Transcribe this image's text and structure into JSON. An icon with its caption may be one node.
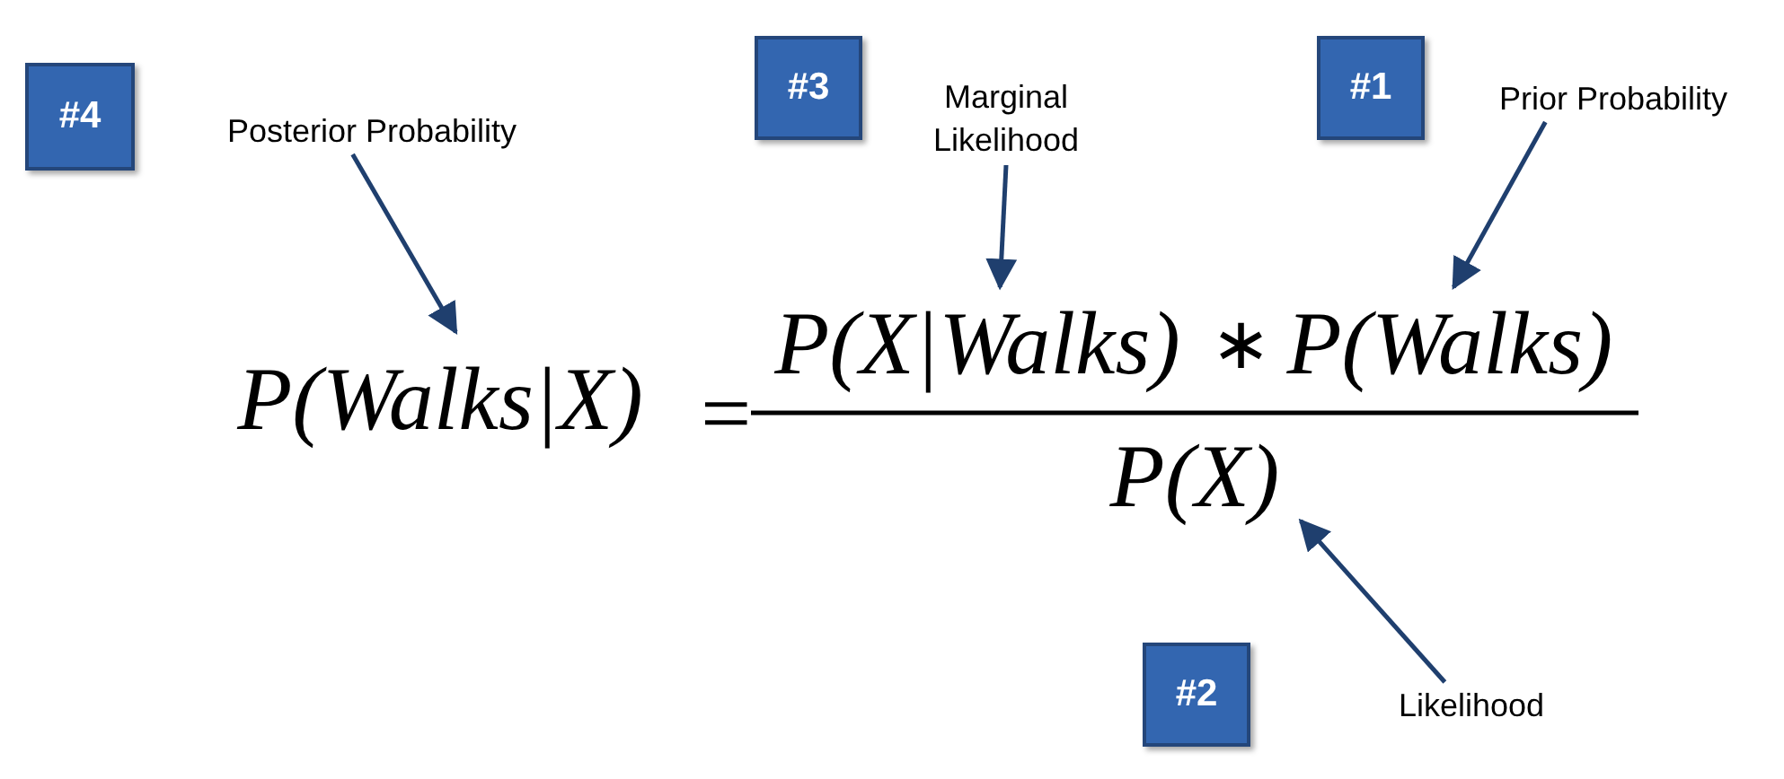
{
  "diagram": {
    "nodes": [
      {
        "text": [
          "#4"
        ]
      },
      {
        "text": [
          "Posterior Probability"
        ]
      },
      {
        "text": [
          "#3"
        ]
      },
      {
        "text": [
          "Marginal Likelihood"
        ]
      },
      {
        "text": [
          "#1"
        ]
      },
      {
        "text": [
          "Prior Probability"
        ]
      },
      {
        "text": [
          "P(Walks|X)"
        ]
      },
      {
        "text": [
          "P(X|Walks)"
        ]
      },
      {
        "text": [
          "P(Walks)"
        ]
      },
      {
        "text": [
          "P(X)"
        ]
      },
      {
        "text": [
          "#2"
        ]
      },
      {
        "text": [
          "Likelihood"
        ]
      }
    ],
    "edges": [
      {
        "from": 1,
        "to": 6,
        "arrow": "to"
      },
      {
        "from": 3,
        "to": 7,
        "arrow": "to"
      },
      {
        "from": 5,
        "to": 8,
        "arrow": "to"
      },
      {
        "from": 11,
        "to": 9,
        "arrow": "to"
      }
    ],
    "labels": [
      "=",
      "∗"
    ]
  }
}
